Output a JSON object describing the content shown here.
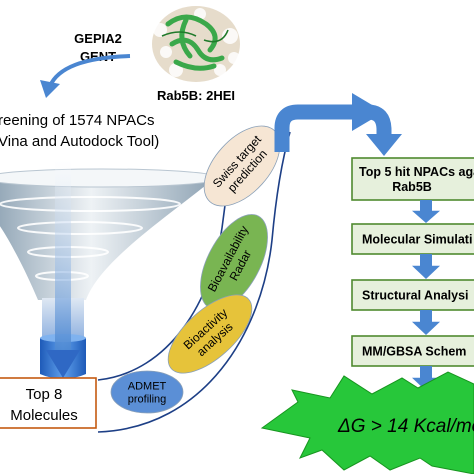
{
  "sources": {
    "line1": "GEPIA2",
    "line2": "GENT"
  },
  "protein": {
    "label": "Rab5B: 2HEI"
  },
  "screening": {
    "line1": "reening of 1574 NPACs",
    "line2": "Vina and Autodock Tool)"
  },
  "funnel_output": {
    "line1": "Top 8",
    "line2": "Molecules"
  },
  "filters": [
    {
      "text": "Swiss target prediction",
      "lines": [
        "Swiss target",
        "prediction"
      ],
      "color": "#f6e6d4"
    },
    {
      "text": "Bioavailability Radar",
      "lines": [
        "Bioavailability",
        "Radar"
      ],
      "color": "#79b552"
    },
    {
      "text": "Bioactivity analysis",
      "lines": [
        "Bioactivity",
        "analysis"
      ],
      "color": "#e6c33a"
    },
    {
      "text": "ADMET profiling",
      "lines": [
        "ADMET",
        "profiling"
      ],
      "color": "#5b8fd6"
    }
  ],
  "pipeline": {
    "steps": [
      {
        "lines": [
          "Top 5 hit NPACs aga",
          "Rab5B"
        ]
      },
      {
        "lines": [
          "Molecular Simulati"
        ]
      },
      {
        "lines": [
          "Structural Analysi"
        ]
      },
      {
        "lines": [
          "MM/GBSA Schem"
        ]
      }
    ]
  },
  "result": {
    "delta": "ΔG",
    "text": " > 14 Kcal/mo"
  },
  "colors": {
    "arrow_blue": "#4a86d1",
    "box_green_border": "#4f8a2f",
    "box_green_fill": "#e6f0dc",
    "output_border": "#c55a11",
    "starburst": "#27c73a",
    "protein_green": "#3aa84a"
  }
}
